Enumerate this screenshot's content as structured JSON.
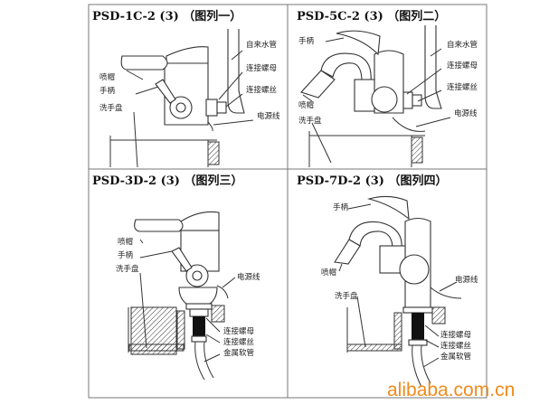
{
  "panels": [
    {
      "title": "PSD-1C-2 (3) （图列一）",
      "labels": {
        "pipe": "自来水管",
        "nut": "连接螺母",
        "screw": "连接螺丝",
        "cable": "电源线",
        "nozzle": "喷帽",
        "handle": "手柄",
        "basin": "洗手盘"
      }
    },
    {
      "title": "PSD-5C-2 (3) （图列二）",
      "labels": {
        "handle": "手柄",
        "pipe": "自来水管",
        "nut": "连接螺母",
        "screw": "连接螺丝",
        "cable": "电源线",
        "nozzle": "喷帽",
        "basin": "洗手盘"
      }
    },
    {
      "title": "PSD-3D-2 (3) （图列三）",
      "labels": {
        "nozzle": "喷帽",
        "handle": "手柄",
        "basin": "洗手盘",
        "cable": "电源线",
        "nut": "连接螺母",
        "screw": "连接螺丝",
        "hose": "金属软管"
      }
    },
    {
      "title": "PSD-7D-2 (3) （图列四）",
      "labels": {
        "handle": "手柄",
        "nozzle": "喷帽",
        "basin": "洗手盘",
        "cable": "电源线",
        "nut": "连接螺母",
        "screw": "连接螺丝",
        "hose": "金属软管"
      }
    }
  ],
  "watermark": "alibaba.com.cn",
  "colors": {
    "watermark": "#f08a1c",
    "line": "#333333"
  }
}
